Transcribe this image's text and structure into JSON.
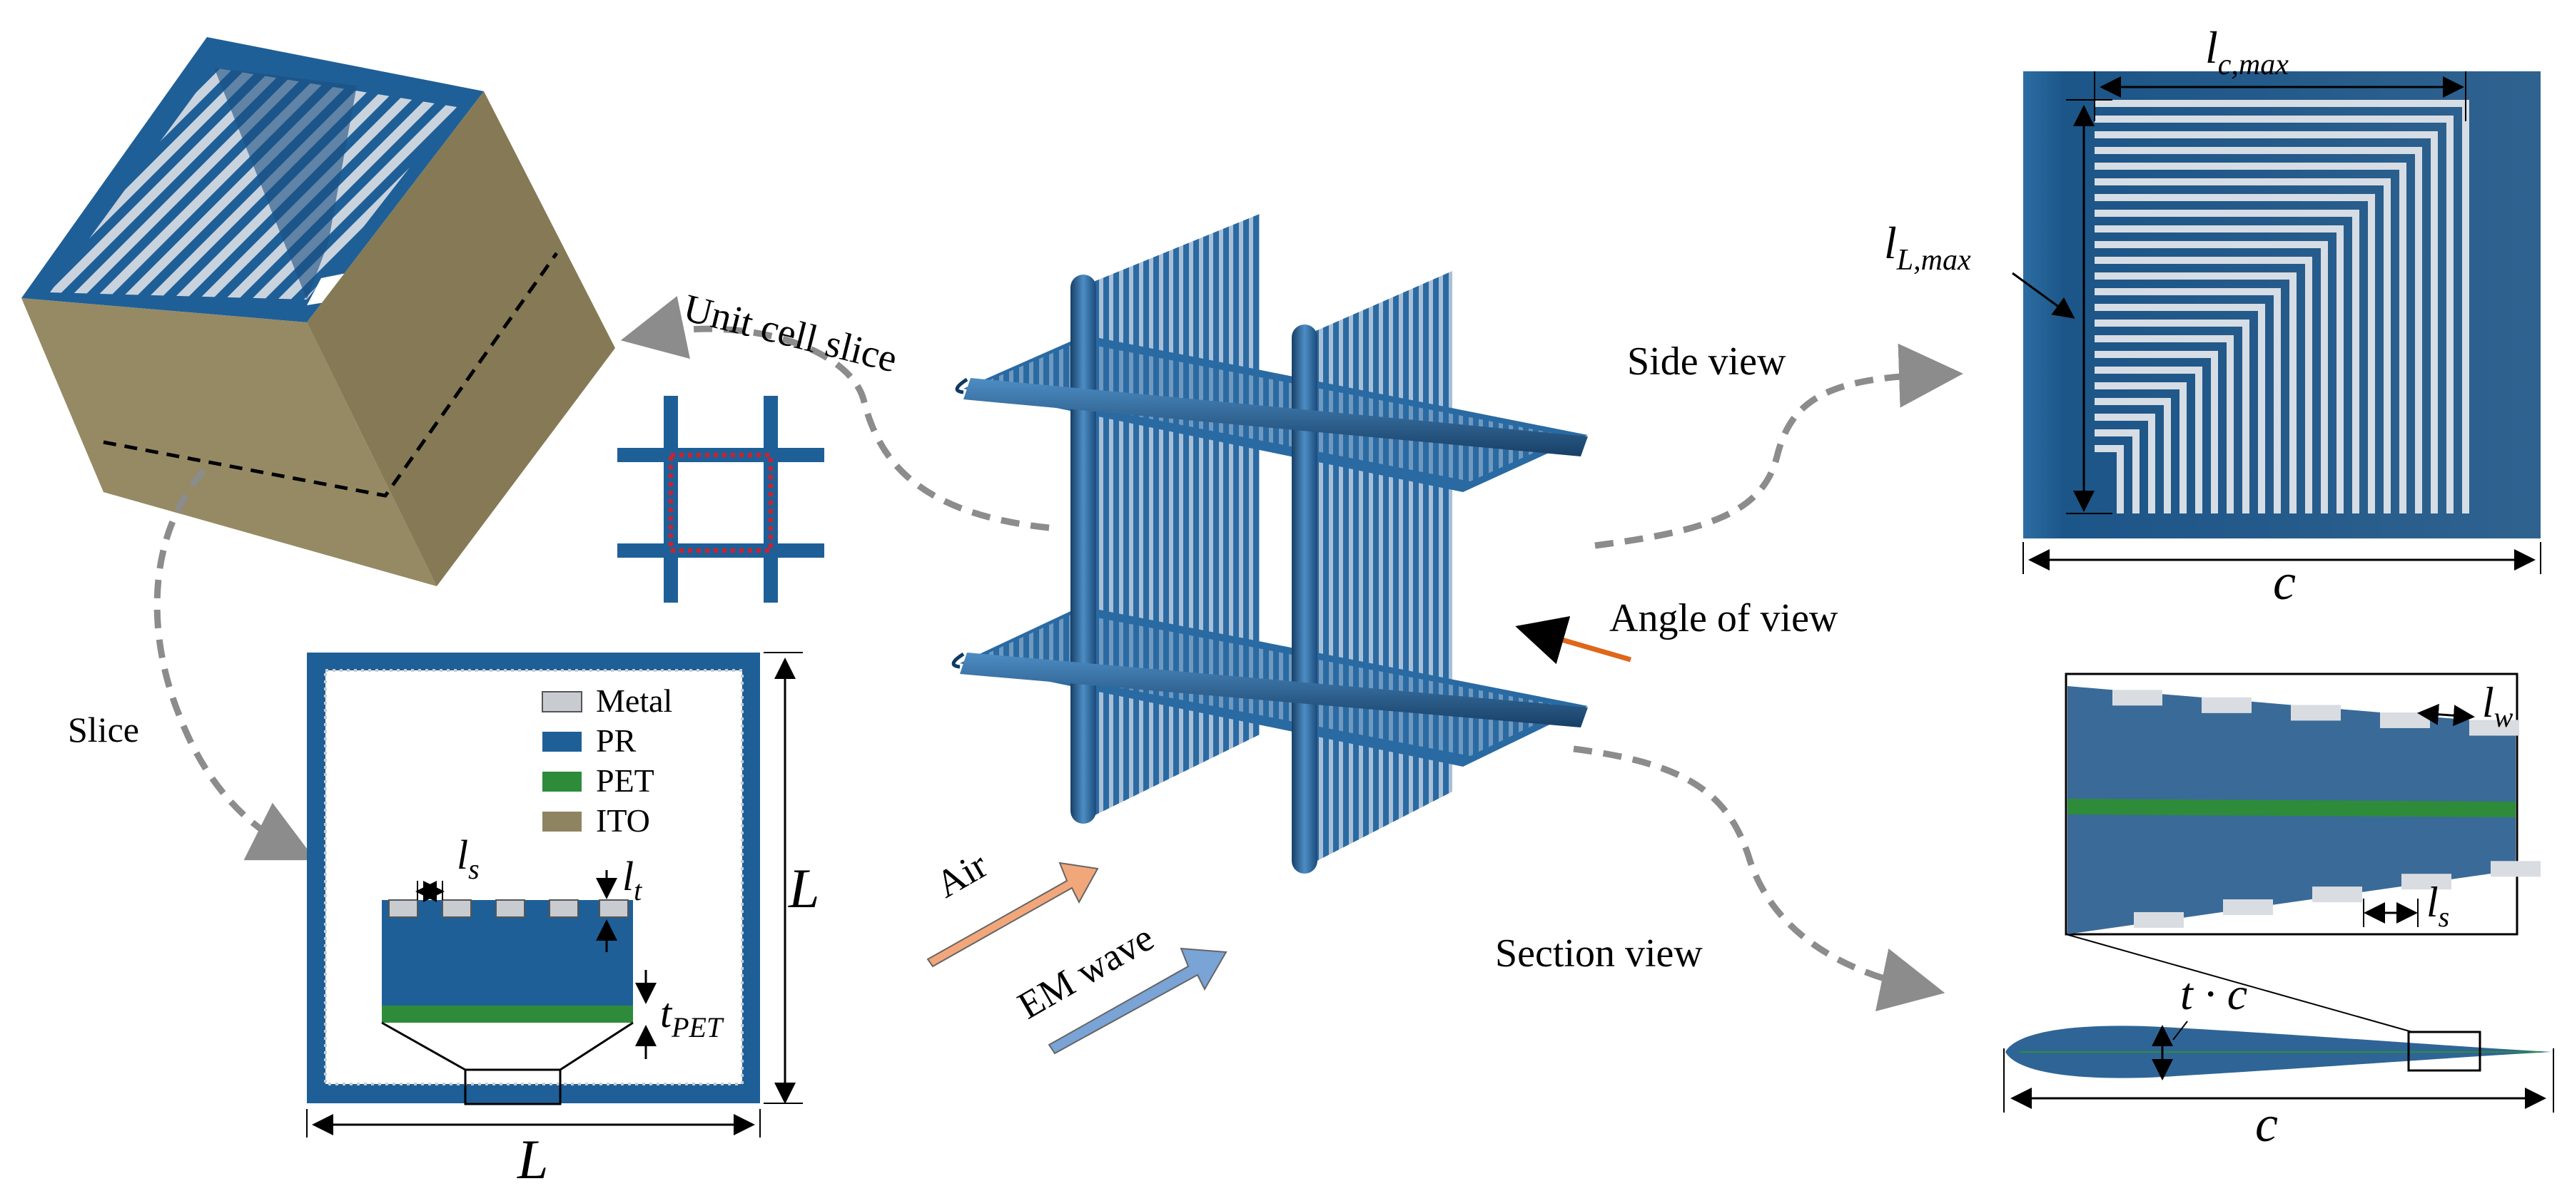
{
  "labels": {
    "unit_cell_slice": "Unit cell slice",
    "slice": "Slice",
    "side_view": "Side view",
    "angle_of_view": "Angle of view",
    "section_view": "Section view",
    "air": "Air",
    "em_wave": "EM wave"
  },
  "legend": [
    {
      "name": "Metal",
      "color": "#c8ccd1"
    },
    {
      "name": "PR",
      "color": "#1f5f97"
    },
    {
      "name": "PET",
      "color": "#2e8b3a"
    },
    {
      "name": "ITO",
      "color": "#8f8461"
    }
  ],
  "dimensions": {
    "L": "L",
    "l_main": "l",
    "sub_s": "s",
    "sub_t": "t",
    "sub_PET": "PET",
    "c": "c",
    "sub_c_max": "c,max",
    "sub_L_max": "L,max",
    "sub_w": "w",
    "t_dot_c": "t · c"
  },
  "colors": {
    "pr_blue": "#1f5f97",
    "pr_light": "#3b7db8",
    "ito": "#8f8461",
    "pet": "#2e8b3a",
    "metal": "#c8ccd1",
    "dashed_arrow": "#8c8c8c",
    "air_arrow": "#f2a77b",
    "em_arrow": "#7aa3d6",
    "view_arrow": "#e0661a"
  }
}
